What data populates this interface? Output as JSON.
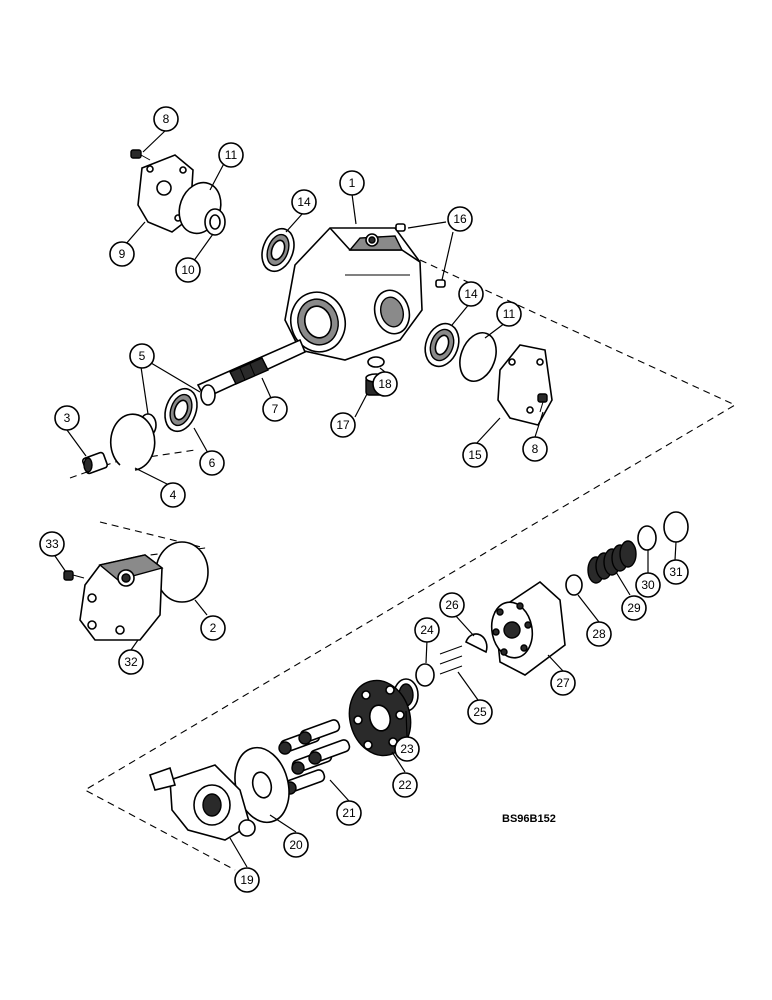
{
  "diagram": {
    "reference_code": "BS96B152",
    "callouts": [
      "1",
      "2",
      "3",
      "4",
      "5",
      "6",
      "7",
      "8",
      "8",
      "9",
      "10",
      "11",
      "11",
      "14",
      "14",
      "15",
      "16",
      "17",
      "18",
      "19",
      "20",
      "21",
      "22",
      "23",
      "24",
      "25",
      "26",
      "27",
      "28",
      "29",
      "30",
      "31",
      "32",
      "33"
    ]
  },
  "colors": {
    "ink": "#000000",
    "paper": "#ffffff"
  }
}
